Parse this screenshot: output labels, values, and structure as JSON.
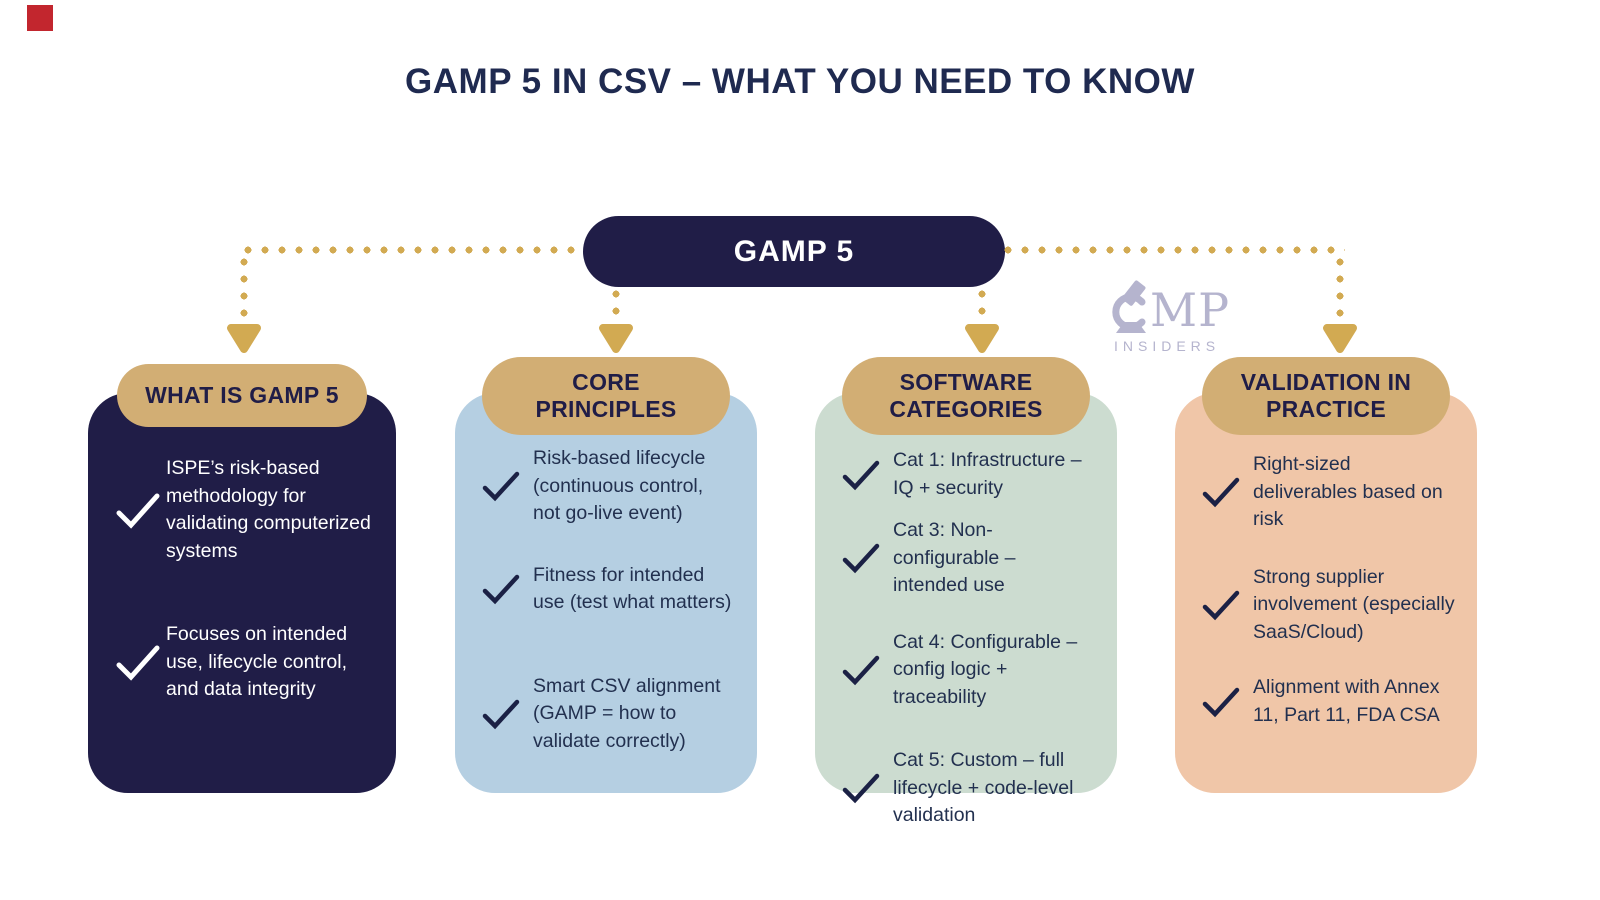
{
  "page": {
    "title": "GAMP 5 IN CSV – WHAT YOU NEED TO KNOW"
  },
  "root_node": {
    "label": "GAMP 5"
  },
  "watermark": {
    "logo_text": "MP",
    "logo_subtext": "INSIDERS",
    "icon": "microscope-icon"
  },
  "colors": {
    "navy": "#201d47",
    "text_navy": "#22304f",
    "gold_pill": "#d2ae74",
    "gold_connector": "#d2aa52",
    "card_blue": "#b5cfe2",
    "card_sage": "#ccdcd0",
    "card_peach": "#f0c6a8",
    "logo_lavender": "#b5b4ce",
    "corner_red": "#c2262e",
    "white": "#ffffff"
  },
  "cards": [
    {
      "id": "what-is-gamp-5",
      "title": "WHAT IS GAMP 5",
      "title_display": "WHAT IS GAMP 5",
      "theme": "navy",
      "items": [
        "ISPE’s risk-based methodology for validating computerized systems",
        "Focuses on intended use, lifecycle control, and data integrity"
      ]
    },
    {
      "id": "core-principles",
      "title": "CORE PRINCIPLES",
      "title_display": "CORE\nPRINCIPLES",
      "theme": "blue",
      "items": [
        "Risk-based lifecycle (continuous control, not go-live event)",
        "Fitness for intended use (test what matters)",
        "Smart CSV alignment (GAMP = how to validate correctly)"
      ]
    },
    {
      "id": "software-categories",
      "title": "SOFTWARE CATEGORIES",
      "title_display": "SOFTWARE\nCATEGORIES",
      "theme": "sage",
      "items": [
        "Cat 1: Infrastructure – IQ + security",
        "Cat 3: Non-configurable – intended use",
        "Cat 4: Configurable – config logic + traceability",
        "Cat 5: Custom – full lifecycle + code-level validation"
      ]
    },
    {
      "id": "validation-in-practice",
      "title": "VALIDATION IN PRACTICE",
      "title_display": "VALIDATION IN\nPRACTICE",
      "theme": "peach",
      "items": [
        "Right-sized deliverables based on risk",
        "Strong supplier involvement (especially SaaS/Cloud)",
        "Alignment with Annex 11, Part 11, FDA CSA"
      ]
    }
  ]
}
